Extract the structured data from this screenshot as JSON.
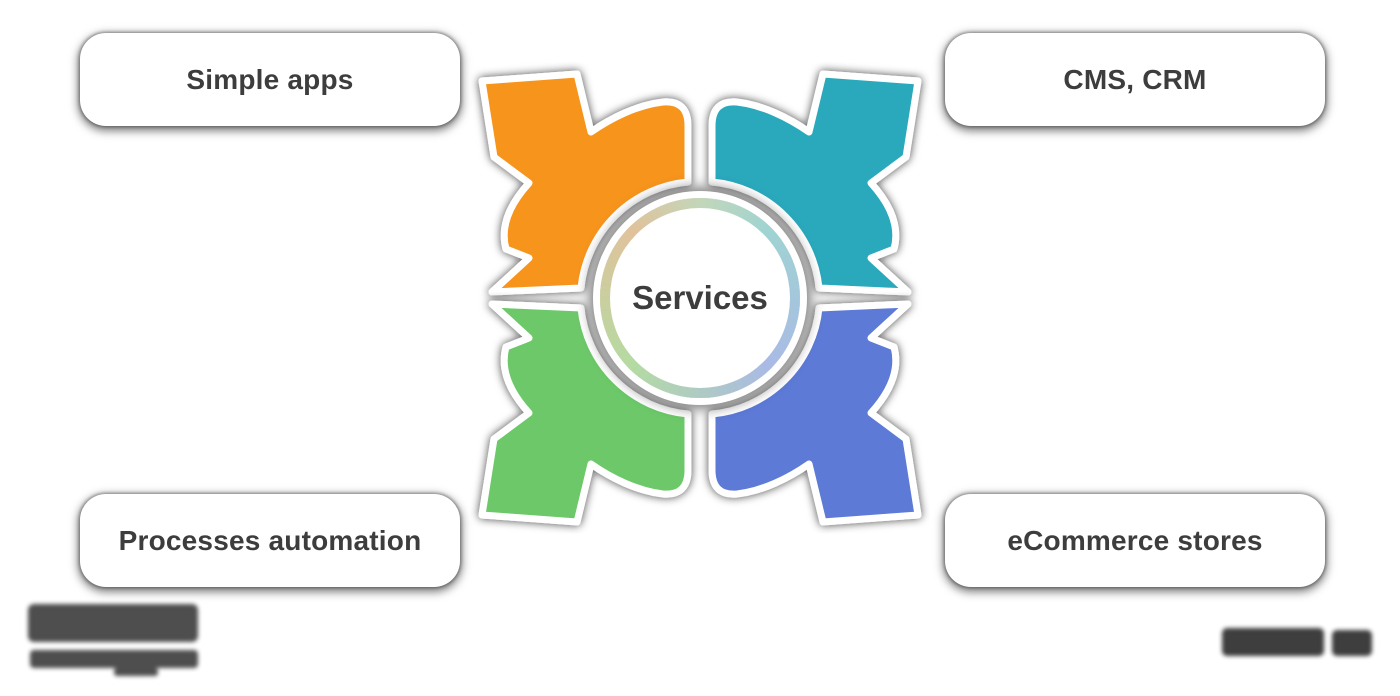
{
  "title_circle": {
    "label": "Services"
  },
  "arms": [
    {
      "name": "simple-apps",
      "quadrant": "top-left",
      "direction": "north-west",
      "color": "#F7941E",
      "box_label": "Simple apps"
    },
    {
      "name": "cms-crm",
      "quadrant": "top-right",
      "direction": "north-east",
      "color": "#29A8BC",
      "box_label": "CMS, CRM"
    },
    {
      "name": "processes-automation",
      "quadrant": "bottom-left",
      "direction": "south-west",
      "color": "#6CC867",
      "box_label": "Processes automation"
    },
    {
      "name": "ecommerce-stores",
      "quadrant": "bottom-right",
      "direction": "south-east",
      "color": "#5B7AD6",
      "box_label": "eCommerce stores"
    }
  ],
  "colors": {
    "background": "#FFFFFF",
    "text": "#3D3D3D",
    "ring_top_left": "#E0C29B",
    "ring_top_right": "#9FD4D2",
    "ring_bottom_left": "#B4DBA2",
    "ring_bottom_right": "#A9BAE5"
  },
  "watermarks": {
    "bottom_left": "blurred-wordmark-with-tagline",
    "bottom_right": "blurred-wordmark"
  }
}
